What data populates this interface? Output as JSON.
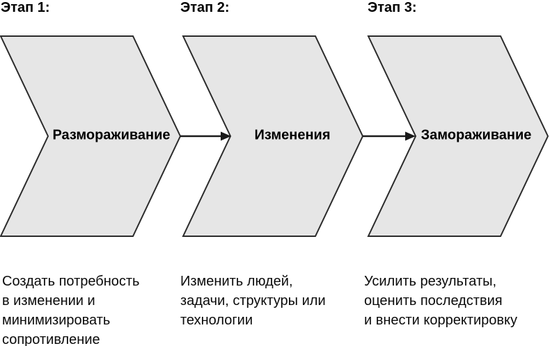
{
  "diagram": {
    "type": "process-flow",
    "model": "three-stage change process",
    "stages": [
      {
        "title": "Этап 1:",
        "label": "Размораживание",
        "description": "Создать потребность\nв изменении и\nминимизировать\nсопротивление"
      },
      {
        "title": "Этап 2:",
        "label": "Изменения",
        "description": "Изменить людей,\nзадачи, структуры или\nтехнологии"
      },
      {
        "title": "Этап 3:",
        "label": "Замораживание",
        "description": "Усилить результаты,\nоценить последствия\nи внести корректировку"
      }
    ],
    "connectors": [
      {
        "from": "Размораживание",
        "to": "Изменения"
      },
      {
        "from": "Изменения",
        "to": "Замораживание"
      }
    ],
    "colors": {
      "background": "#ffffff",
      "chevron_fill": "#e6e6e6",
      "chevron_stroke": "#2b2b2b",
      "text": "#000000",
      "arrow": "#1a1a1a"
    }
  }
}
